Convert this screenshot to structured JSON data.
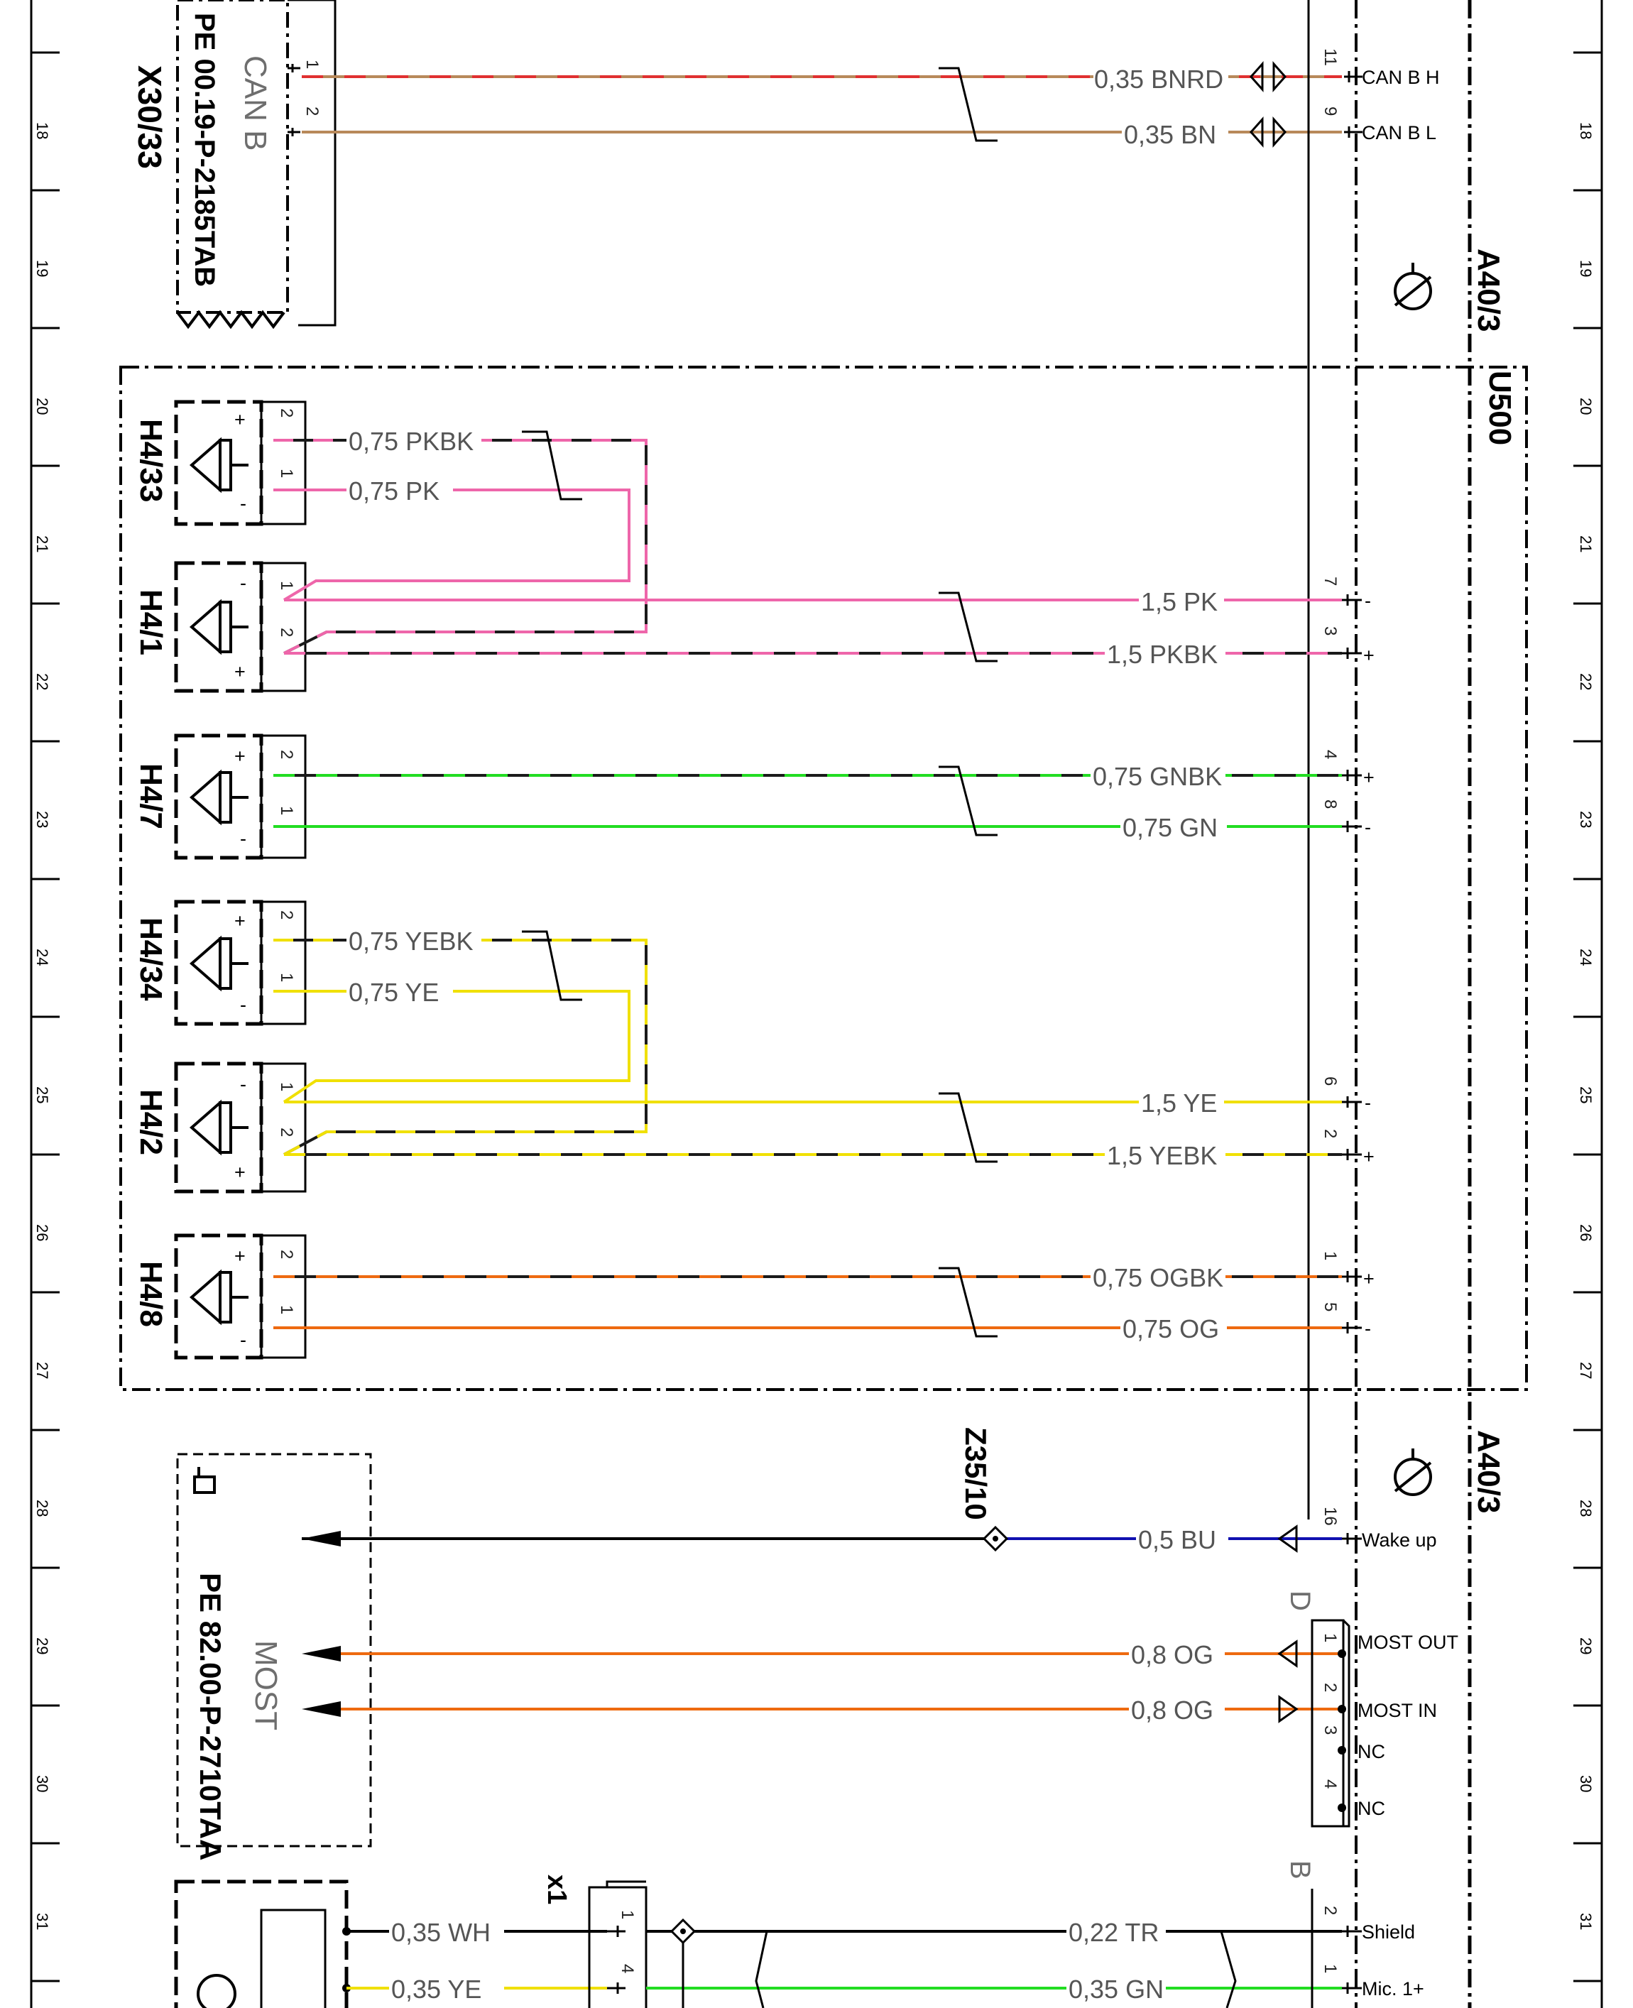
{
  "colors": {
    "BN": "#b8895a",
    "RD": "#e03030",
    "PK": "#ee66aa",
    "BK": "#1a1a1a",
    "GN": "#22dd22",
    "YE": "#f0e000",
    "OG": "#ee6a10",
    "BU": "#1010b0",
    "WH": "#cccccc",
    "frame": "#000000"
  },
  "row_markers": [
    "18",
    "19",
    "20",
    "21",
    "22",
    "23",
    "24",
    "25",
    "26",
    "27",
    "28",
    "29",
    "30",
    "31"
  ],
  "refs": {
    "x30_33": "X30/33",
    "can_b_title": "CAN B",
    "pe_can": "PE 00.19-P-2185TAB",
    "a40_3_top": "A40/3",
    "a40_3_bottom": "A40/3",
    "u500": "U500",
    "z35_10": "Z35/10",
    "most_title": "MOST",
    "pe_most": "PE 82.00-P-2710TAA",
    "conn_d": "D",
    "conn_b": "B",
    "x1": "x1"
  },
  "speakers": [
    {
      "id": "H4/33",
      "pin_top": "2",
      "pin_bottom": "1",
      "sign_top": "+",
      "sign_bottom": "-"
    },
    {
      "id": "H4/1",
      "pin_top": "1",
      "pin_bottom": "2",
      "sign_top": "-",
      "sign_bottom": "+"
    },
    {
      "id": "H4/7",
      "pin_top": "2",
      "pin_bottom": "1",
      "sign_top": "+",
      "sign_bottom": "-"
    },
    {
      "id": "H4/34",
      "pin_top": "2",
      "pin_bottom": "1",
      "sign_top": "+",
      "sign_bottom": "-"
    },
    {
      "id": "H4/2",
      "pin_top": "1",
      "pin_bottom": "2",
      "sign_top": "-",
      "sign_bottom": "+"
    },
    {
      "id": "H4/8",
      "pin_top": "2",
      "pin_bottom": "1",
      "sign_top": "+",
      "sign_bottom": "-"
    }
  ],
  "wires": [
    {
      "label": "0,35 BNRD",
      "pin": "11",
      "signal": "CAN B H",
      "left_pin": "1"
    },
    {
      "label": "0,35 BN",
      "pin": "9",
      "signal": "CAN B L",
      "left_pin": "2"
    },
    {
      "label": "0,75 PKBK"
    },
    {
      "label": "0,75 PK"
    },
    {
      "label": "1,5 PK",
      "pin": "7",
      "signal": "-"
    },
    {
      "label": "1,5 PKBK",
      "pin": "3",
      "signal": "+"
    },
    {
      "label": "0,75 GNBK",
      "pin": "4",
      "signal": "+"
    },
    {
      "label": "0,75 GN",
      "pin": "8",
      "signal": "-"
    },
    {
      "label": "0,75 YEBK"
    },
    {
      "label": "0,75 YE"
    },
    {
      "label": "1,5 YE",
      "pin": "6",
      "signal": "-"
    },
    {
      "label": "1,5 YEBK",
      "pin": "2",
      "signal": "+"
    },
    {
      "label": "0,75 OGBK",
      "pin": "1",
      "signal": "+"
    },
    {
      "label": "0,75 OG",
      "pin": "5",
      "signal": "-"
    },
    {
      "label": "0,5 BU",
      "pin": "16",
      "signal": "Wake up"
    },
    {
      "label": "0,8 OG",
      "pin": "1",
      "signal": "MOST OUT"
    },
    {
      "label": "0,8 OG",
      "pin": "2",
      "signal": "MOST IN"
    },
    {
      "pin": "3",
      "signal": "NC"
    },
    {
      "pin": "4",
      "signal": "NC"
    },
    {
      "label": "0,35 WH",
      "pin": "1"
    },
    {
      "label": "0,35 YE",
      "pin": "4"
    },
    {
      "label": "0,22 TR",
      "pin": "2",
      "signal": "Shield"
    },
    {
      "label": "0,35 GN",
      "pin": "1",
      "signal": "Mic. 1+"
    }
  ]
}
